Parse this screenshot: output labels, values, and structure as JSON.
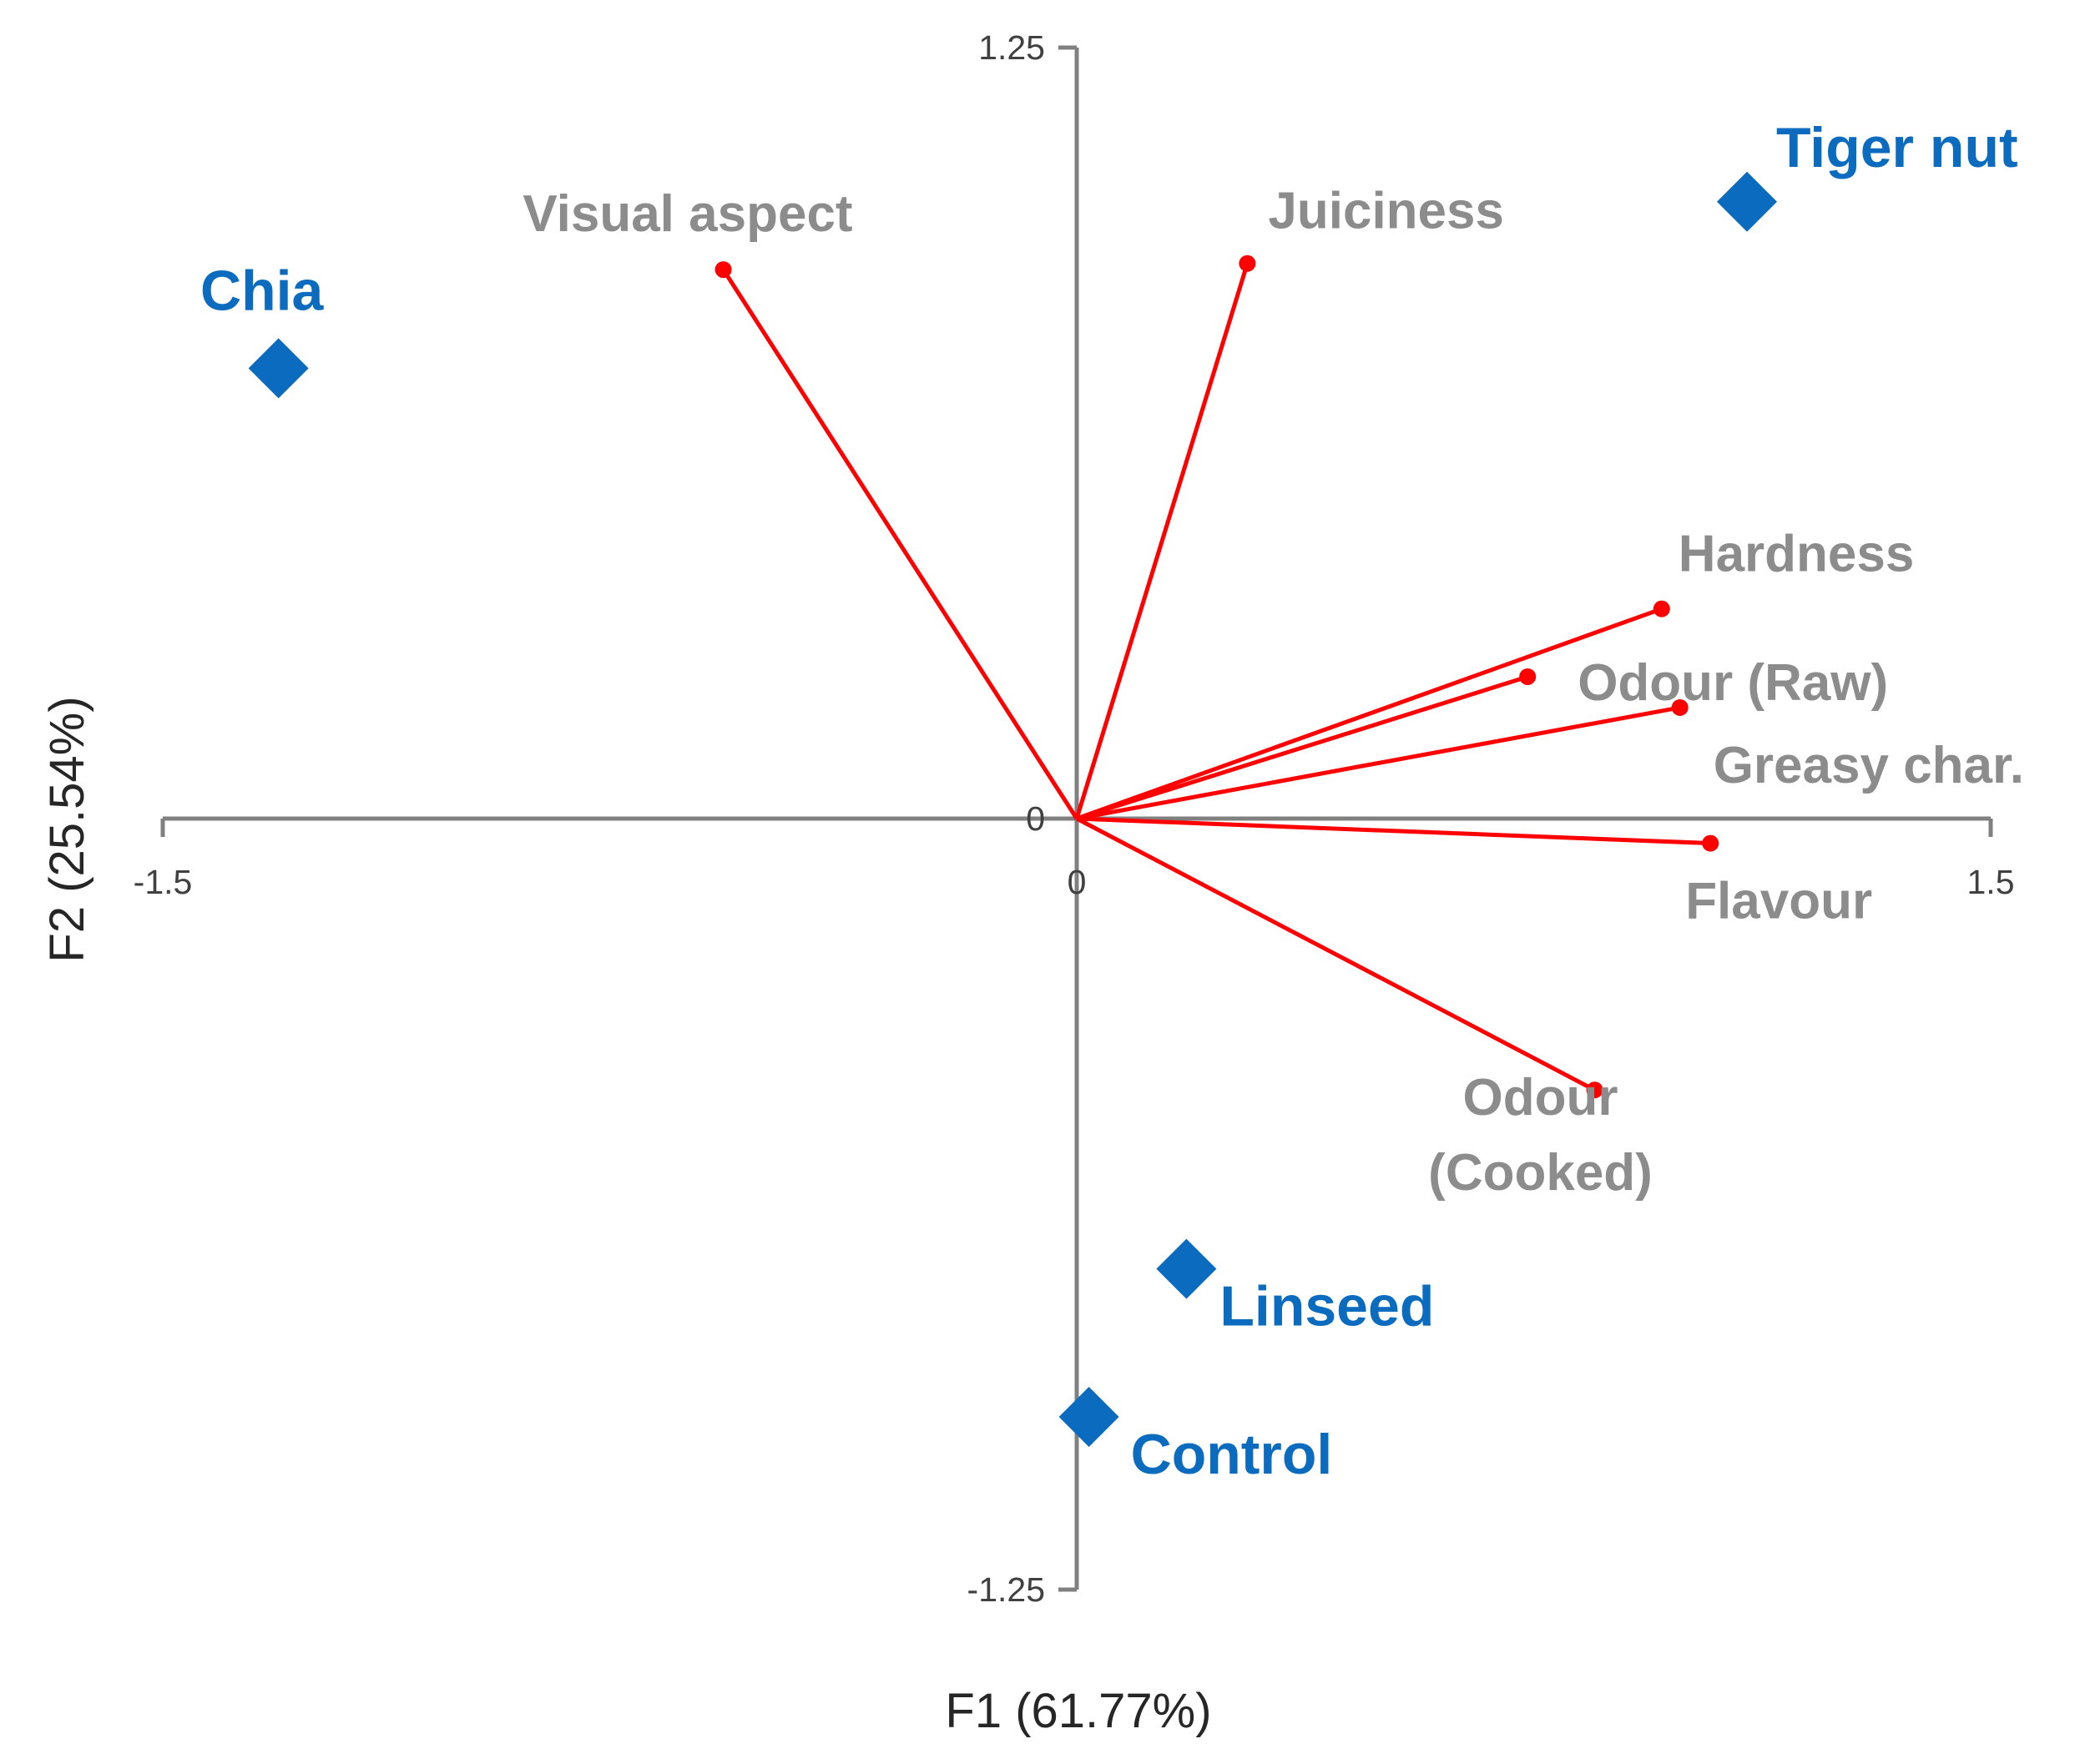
{
  "chart_data": {
    "type": "scatter",
    "subtype": "pca-biplot",
    "xlabel": "F1 (61.77%)",
    "ylabel": "F2 (25.54%)",
    "xlim": [
      -1.5,
      1.5
    ],
    "ylim": [
      -1.25,
      1.25
    ],
    "x_ticks": [
      "-1.5",
      "0",
      "1.5"
    ],
    "y_ticks": [
      "1.25",
      "0",
      "-1.25"
    ],
    "grid": false,
    "vector_color": "#ff0000",
    "point_color": "#0a6bbf",
    "variable_label_color": "#8c8c8c",
    "variables": [
      {
        "label": [
          "Visual aspect"
        ],
        "x": -0.58,
        "y": 0.89
      },
      {
        "label": [
          "Juiciness"
        ],
        "x": 0.28,
        "y": 0.9
      },
      {
        "label": [
          "Hardness"
        ],
        "x": 0.96,
        "y": 0.34
      },
      {
        "label": [
          "Odour (Raw)"
        ],
        "x": 0.74,
        "y": 0.23
      },
      {
        "label": [
          "Greasy char."
        ],
        "x": 0.99,
        "y": 0.18
      },
      {
        "label": [
          "Flavour"
        ],
        "x": 1.04,
        "y": -0.04
      },
      {
        "label": [
          "Odour",
          "(Cooked)"
        ],
        "x": 0.85,
        "y": -0.44
      }
    ],
    "observations": [
      {
        "label": "Chia",
        "x": -1.31,
        "y": 0.73
      },
      {
        "label": "Tiger nut",
        "x": 1.1,
        "y": 1.0
      },
      {
        "label": "Linseed",
        "x": 0.18,
        "y": -0.73
      },
      {
        "label": "Control",
        "x": 0.02,
        "y": -0.97
      }
    ]
  }
}
